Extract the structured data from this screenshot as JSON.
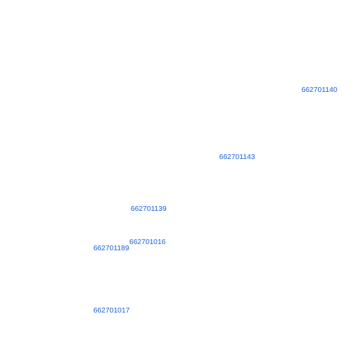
{
  "map": {
    "label_color": "#1a5fd6",
    "background_color": "#ffffff",
    "labels": [
      {
        "text": "662701140"
      },
      {
        "text": "662701143"
      },
      {
        "text": "662701139"
      },
      {
        "text": "662701016"
      },
      {
        "text": "662701189"
      },
      {
        "text": "662701017"
      }
    ]
  }
}
